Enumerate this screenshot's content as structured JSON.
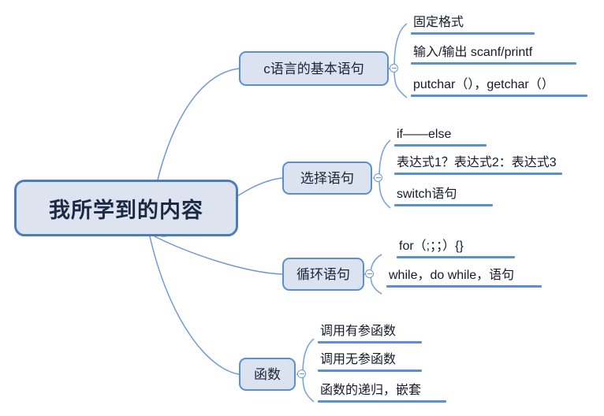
{
  "diagram": {
    "type": "mind-map",
    "background": "#ffffff",
    "accent_color": "#4a7ebb",
    "rule_color": "#5b8fd4",
    "node_fill": "#dbe3f1",
    "text_color": "#151a2b",
    "root": {
      "label": "我所学到的内容"
    },
    "branches": [
      {
        "label": "c语言的基本语句",
        "toggle_icon": "collapse-minus-icon",
        "children": [
          {
            "label": "固定格式",
            "rule_width": 157
          },
          {
            "label": "输入/输出 scanf/printf",
            "rule_width": 210
          },
          {
            "label": "putchar（），getchar（）",
            "rule_width": 224
          }
        ]
      },
      {
        "label": "选择语句",
        "toggle_icon": "collapse-minus-icon",
        "children": [
          {
            "label": "if——else",
            "rule_width": 117
          },
          {
            "label": "表达式1？表达式2：表达式3",
            "rule_width": 213
          },
          {
            "label": "switch语句",
            "rule_width": 125
          }
        ]
      },
      {
        "label": "循环语句",
        "toggle_icon": "collapse-minus-icon",
        "children": [
          {
            "label": "for（;；；）{}",
            "rule_width": 150
          },
          {
            "label": "while，do while，语句",
            "rule_width": 197
          }
        ]
      },
      {
        "label": "函数",
        "toggle_icon": "collapse-minus-icon",
        "children": [
          {
            "label": "调用有参函数",
            "rule_width": 132
          },
          {
            "label": "调用无参函数",
            "rule_width": 132
          },
          {
            "label": "函数的递归，嵌套",
            "rule_width": 163
          }
        ]
      }
    ]
  }
}
